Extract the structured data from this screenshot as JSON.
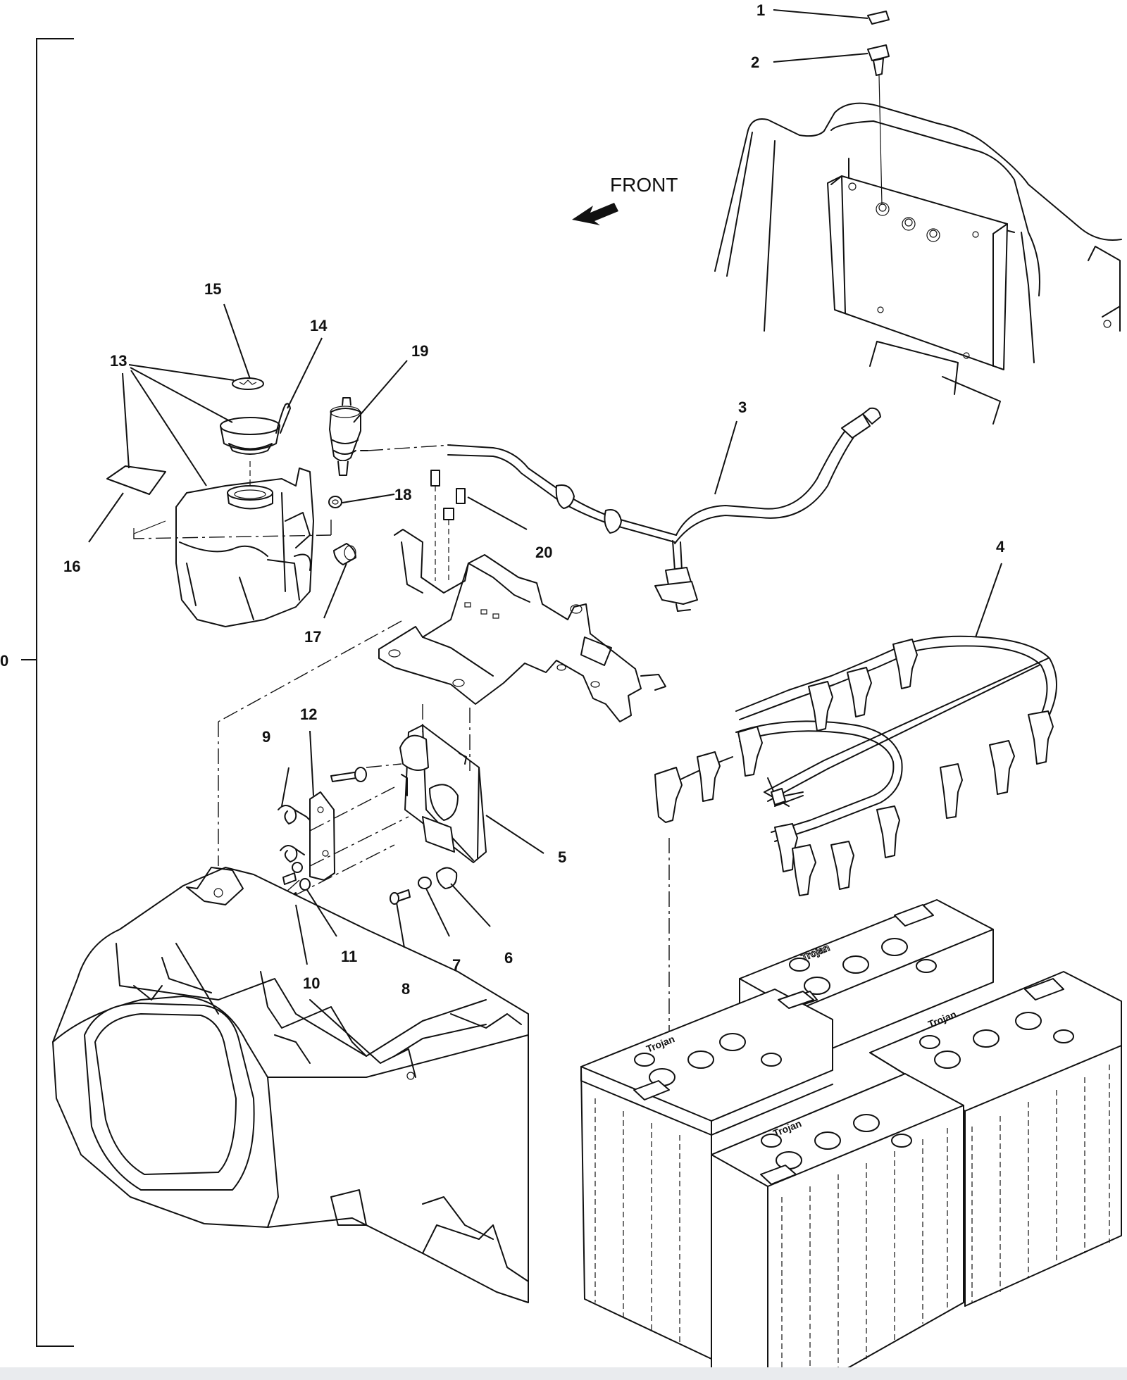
{
  "figure": {
    "front_label": "FRONT",
    "bracket_label": "0"
  },
  "callouts": [
    {
      "id": "callout-1",
      "text": "1"
    },
    {
      "id": "callout-2",
      "text": "2"
    },
    {
      "id": "callout-3",
      "text": "3"
    },
    {
      "id": "callout-4",
      "text": "4"
    },
    {
      "id": "callout-5",
      "text": "5"
    },
    {
      "id": "callout-6",
      "text": "6"
    },
    {
      "id": "callout-7",
      "text": "7"
    },
    {
      "id": "callout-8",
      "text": "8"
    },
    {
      "id": "callout-9",
      "text": "9"
    },
    {
      "id": "callout-10",
      "text": "10"
    },
    {
      "id": "callout-11",
      "text": "11"
    },
    {
      "id": "callout-12",
      "text": "12"
    },
    {
      "id": "callout-13",
      "text": "13"
    },
    {
      "id": "callout-14",
      "text": "14"
    },
    {
      "id": "callout-15",
      "text": "15"
    },
    {
      "id": "callout-16",
      "text": "16"
    },
    {
      "id": "callout-17",
      "text": "17"
    },
    {
      "id": "callout-18",
      "text": "18"
    },
    {
      "id": "callout-19",
      "text": "19"
    },
    {
      "id": "callout-20",
      "text": "20"
    }
  ],
  "battery_brand": "Trojan"
}
